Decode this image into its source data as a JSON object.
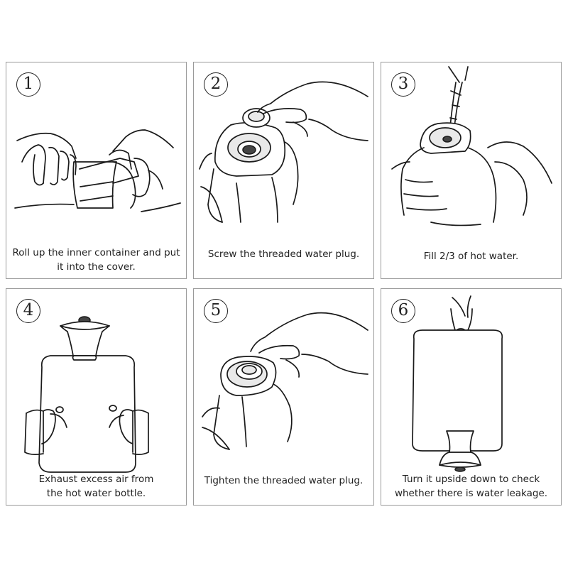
{
  "steps": [
    {
      "number": "1",
      "caption_lines": [
        "Roll up the inner container and put",
        "it into the cover."
      ]
    },
    {
      "number": "2",
      "caption_lines": [
        "Screw the threaded water plug."
      ]
    },
    {
      "number": "3",
      "caption_lines": [
        "Fill 2/3 of hot water."
      ]
    },
    {
      "number": "4",
      "caption_lines": [
        "Exhaust excess air from",
        "the hot water bottle."
      ]
    },
    {
      "number": "5",
      "caption_lines": [
        "Tighten the threaded water plug."
      ]
    },
    {
      "number": "6",
      "caption_lines": [
        "Turn it upside down to check",
        "whether there is water leakage."
      ]
    }
  ],
  "icons": {
    "step-1": "rolling-bottle-illustration",
    "step-2": "screwing-plug-illustration",
    "step-3": "pouring-water-illustration",
    "step-4": "squeezing-air-illustration",
    "step-5": "tightening-plug-illustration",
    "step-6": "upside-down-check-illustration"
  }
}
